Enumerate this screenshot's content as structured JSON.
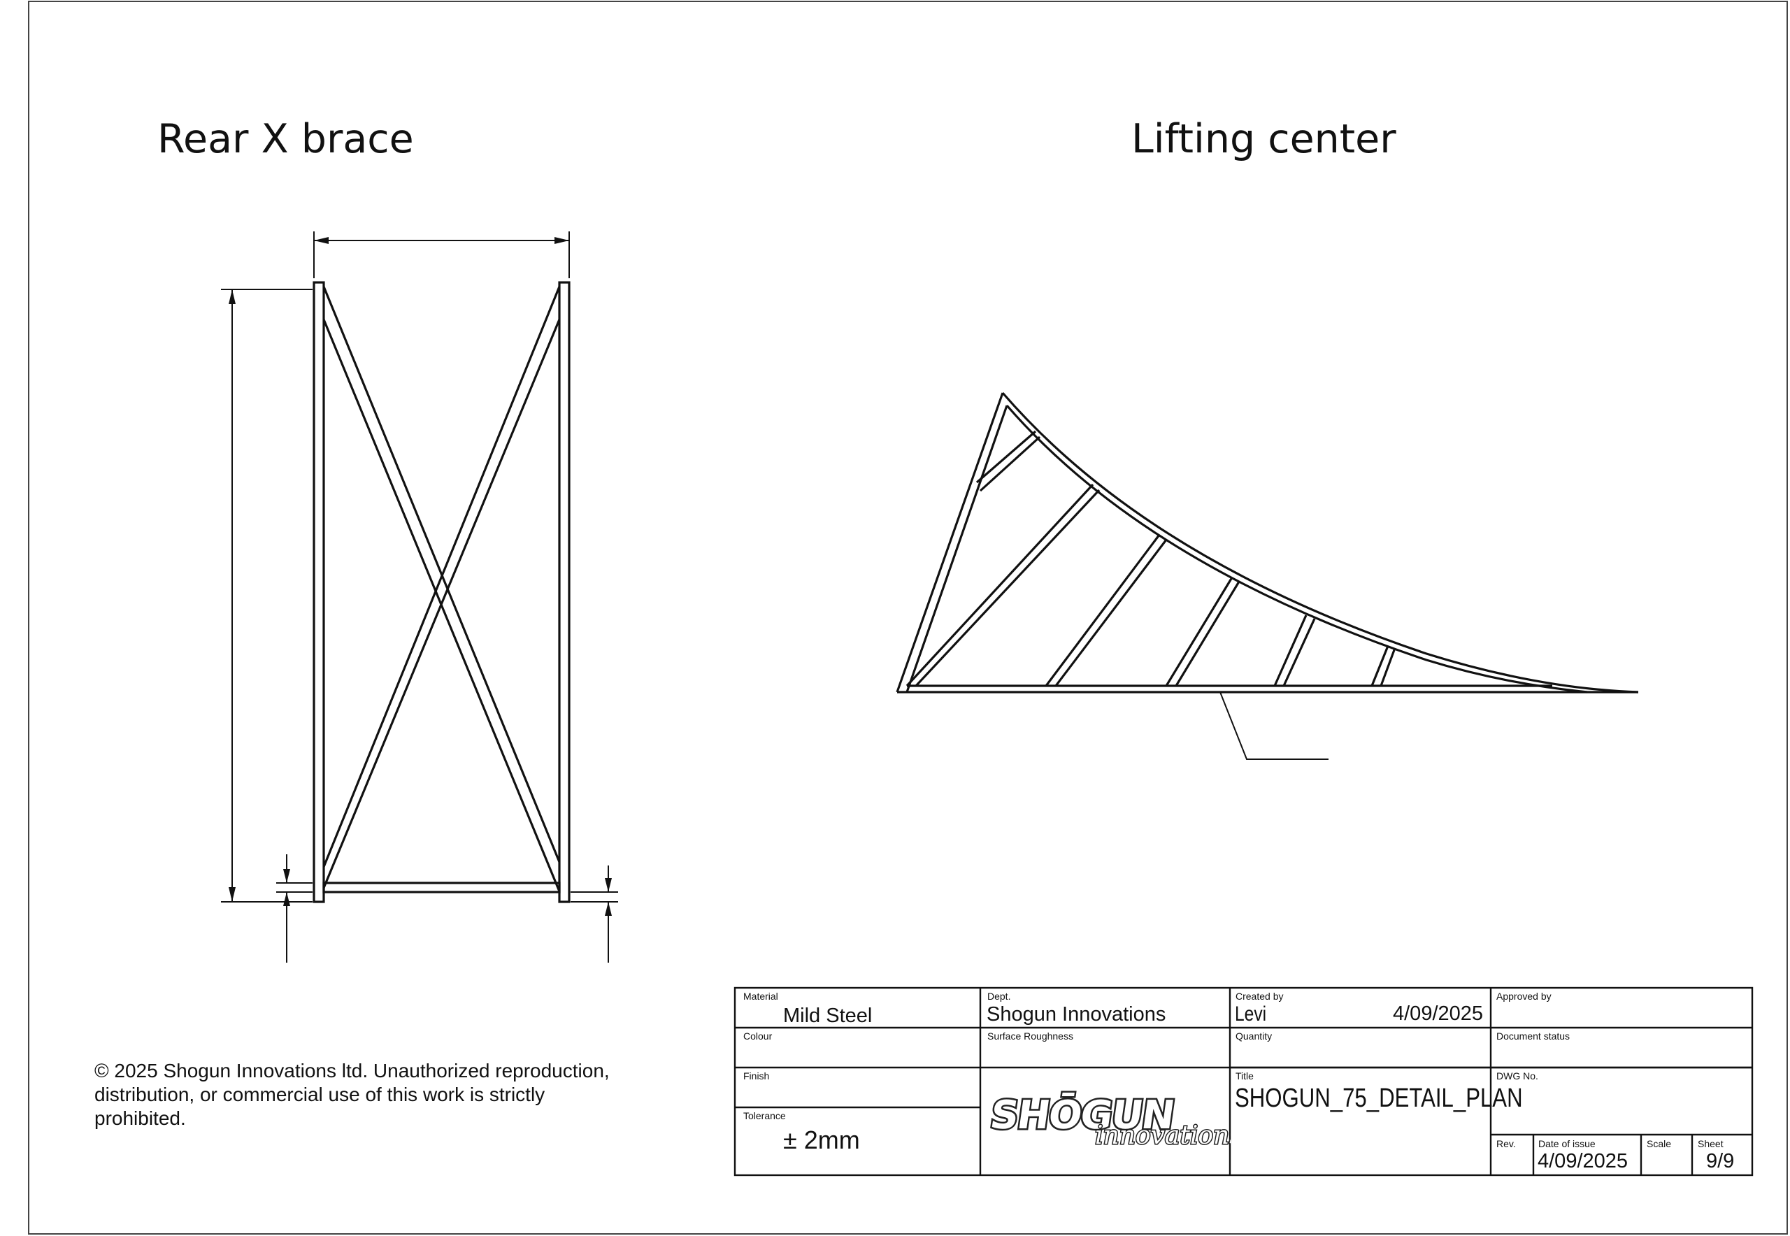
{
  "views": {
    "rear_title": "Rear X brace",
    "lifting_title": "Lifting center"
  },
  "copyright": "© 2025 Shogun Innovations ltd. Unauthorized reproduction, distribution, or commercial use of this work is strictly prohibited.",
  "title_block": {
    "material_label": "Material",
    "material_value": "Mild Steel",
    "dept_label": "Dept.",
    "dept_value": "Shogun Innovations",
    "created_label": "Created by",
    "created_value": "Levi",
    "created_date": "4/09/2025",
    "approved_label": "Approved by",
    "colour_label": "Colour",
    "surface_label": "Surface Roughness",
    "quantity_label": "Quantity",
    "docstatus_label": "Document status",
    "finish_label": "Finish",
    "title_label": "Title",
    "title_value": "SHOGUN_75_DETAIL_PLAN",
    "dwg_label": "DWG No.",
    "tolerance_label": "Tolerance",
    "tolerance_value": "± 2mm",
    "rev_label": "Rev.",
    "issue_label": "Date of issue",
    "issue_value": "4/09/2025",
    "scale_label": "Scale",
    "sheet_label": "Sheet",
    "sheet_value": "9/9"
  },
  "logo": {
    "wordmark": "SHŌGUN",
    "script": "innovations"
  }
}
